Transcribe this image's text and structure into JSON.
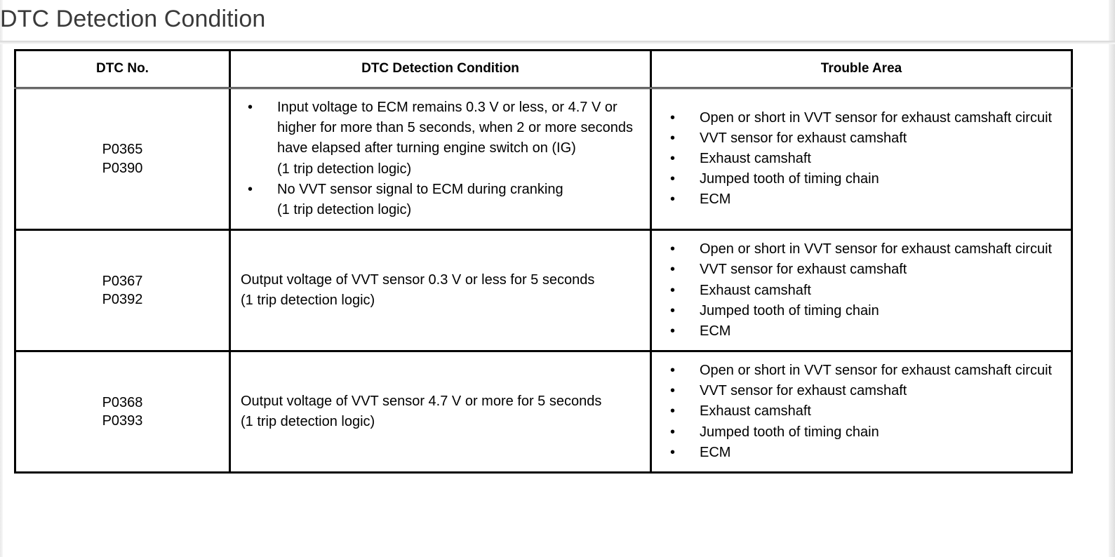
{
  "page": {
    "title": "DTC Detection Condition"
  },
  "table": {
    "headers": [
      "DTC No.",
      "DTC Detection Condition",
      "Trouble Area"
    ],
    "rows": [
      {
        "dtc_numbers": [
          "P0365",
          "P0390"
        ],
        "condition": {
          "style": "bulleted",
          "bullet_glyph": "•",
          "items": [
            {
              "text": "Input voltage to ECM remains 0.3 V or less, or 4.7 V or higher for more than 5 seconds, when 2 or more seconds have elapsed after turning engine switch on (IG)",
              "note": "(1 trip detection logic)"
            },
            {
              "text": "No VVT sensor signal to ECM during cranking",
              "note": "(1 trip detection logic)"
            }
          ]
        },
        "trouble_area": {
          "bullet_glyph": "•",
          "items": [
            "Open or short in VVT sensor for exhaust camshaft circuit",
            "VVT sensor for exhaust camshaft",
            "Exhaust camshaft",
            "Jumped tooth of timing chain",
            "ECM"
          ]
        }
      },
      {
        "dtc_numbers": [
          "P0367",
          "P0392"
        ],
        "condition": {
          "style": "plain",
          "text": "Output voltage of VVT sensor 0.3 V or less for 5 seconds",
          "note": "(1 trip detection logic)"
        },
        "trouble_area": {
          "bullet_glyph": "•",
          "items": [
            "Open or short in VVT sensor for exhaust camshaft circuit",
            "VVT sensor for exhaust camshaft",
            "Exhaust camshaft",
            "Jumped tooth of timing chain",
            "ECM"
          ]
        }
      },
      {
        "dtc_numbers": [
          "P0368",
          "P0393"
        ],
        "condition": {
          "style": "plain",
          "text": "Output voltage of VVT sensor 4.7 V or more for 5 seconds",
          "note": "(1 trip detection logic)"
        },
        "trouble_area": {
          "bullet_glyph": "•",
          "items": [
            "Open or short in VVT sensor for exhaust camshaft circuit",
            "VVT sensor for exhaust camshaft",
            "Exhaust camshaft",
            "Jumped tooth of timing chain",
            "ECM"
          ]
        }
      }
    ]
  },
  "colors": {
    "title_text": "#3a3a3a",
    "body_text": "#000000",
    "border": "#000000",
    "page_background": "#ffffff"
  }
}
